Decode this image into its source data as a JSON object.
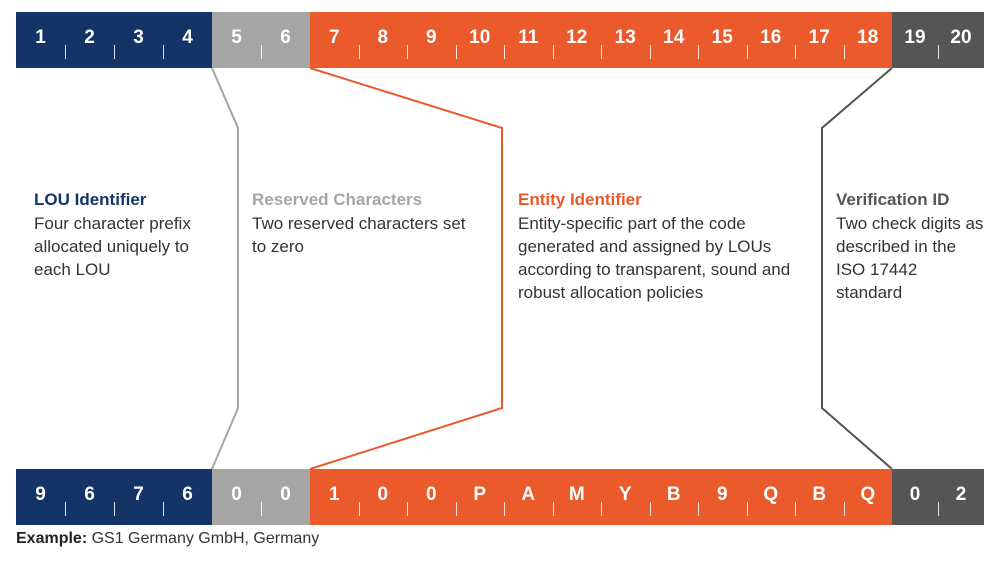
{
  "top_bar": {
    "lou": [
      "1",
      "2",
      "3",
      "4"
    ],
    "reserved": [
      "5",
      "6"
    ],
    "entity": [
      "7",
      "8",
      "9",
      "10",
      "11",
      "12",
      "13",
      "14",
      "15",
      "16",
      "17",
      "18"
    ],
    "verification": [
      "19",
      "20"
    ]
  },
  "bottom_bar": {
    "lou": [
      "9",
      "6",
      "7",
      "6"
    ],
    "reserved": [
      "0",
      "0"
    ],
    "entity": [
      "1",
      "0",
      "0",
      "P",
      "A",
      "M",
      "Y",
      "B",
      "9",
      "Q",
      "B",
      "Q"
    ],
    "verification": [
      "0",
      "2"
    ]
  },
  "blocks": {
    "lou": {
      "title": "LOU Identifier",
      "description": "Four character prefix allocated uniquely to each LOU"
    },
    "reserved": {
      "title": "Reserved Characters",
      "description": "Two reserved characters set to zero"
    },
    "entity": {
      "title": "Entity Identifier",
      "description": "Entity-specific part of the code generated and assigned by LOUs according to transparent, sound and robust allocation policies"
    },
    "verification": {
      "title": "Verification ID",
      "description": "Two check digits as described in the ISO 17442 standard"
    }
  },
  "example": {
    "label": "Example:",
    "text": "GS1 Germany GmbH, Germany"
  },
  "colors": {
    "navy": "#143468",
    "gray": "#a5a5a5",
    "orange": "#ea5a2a",
    "dark": "#555555"
  }
}
